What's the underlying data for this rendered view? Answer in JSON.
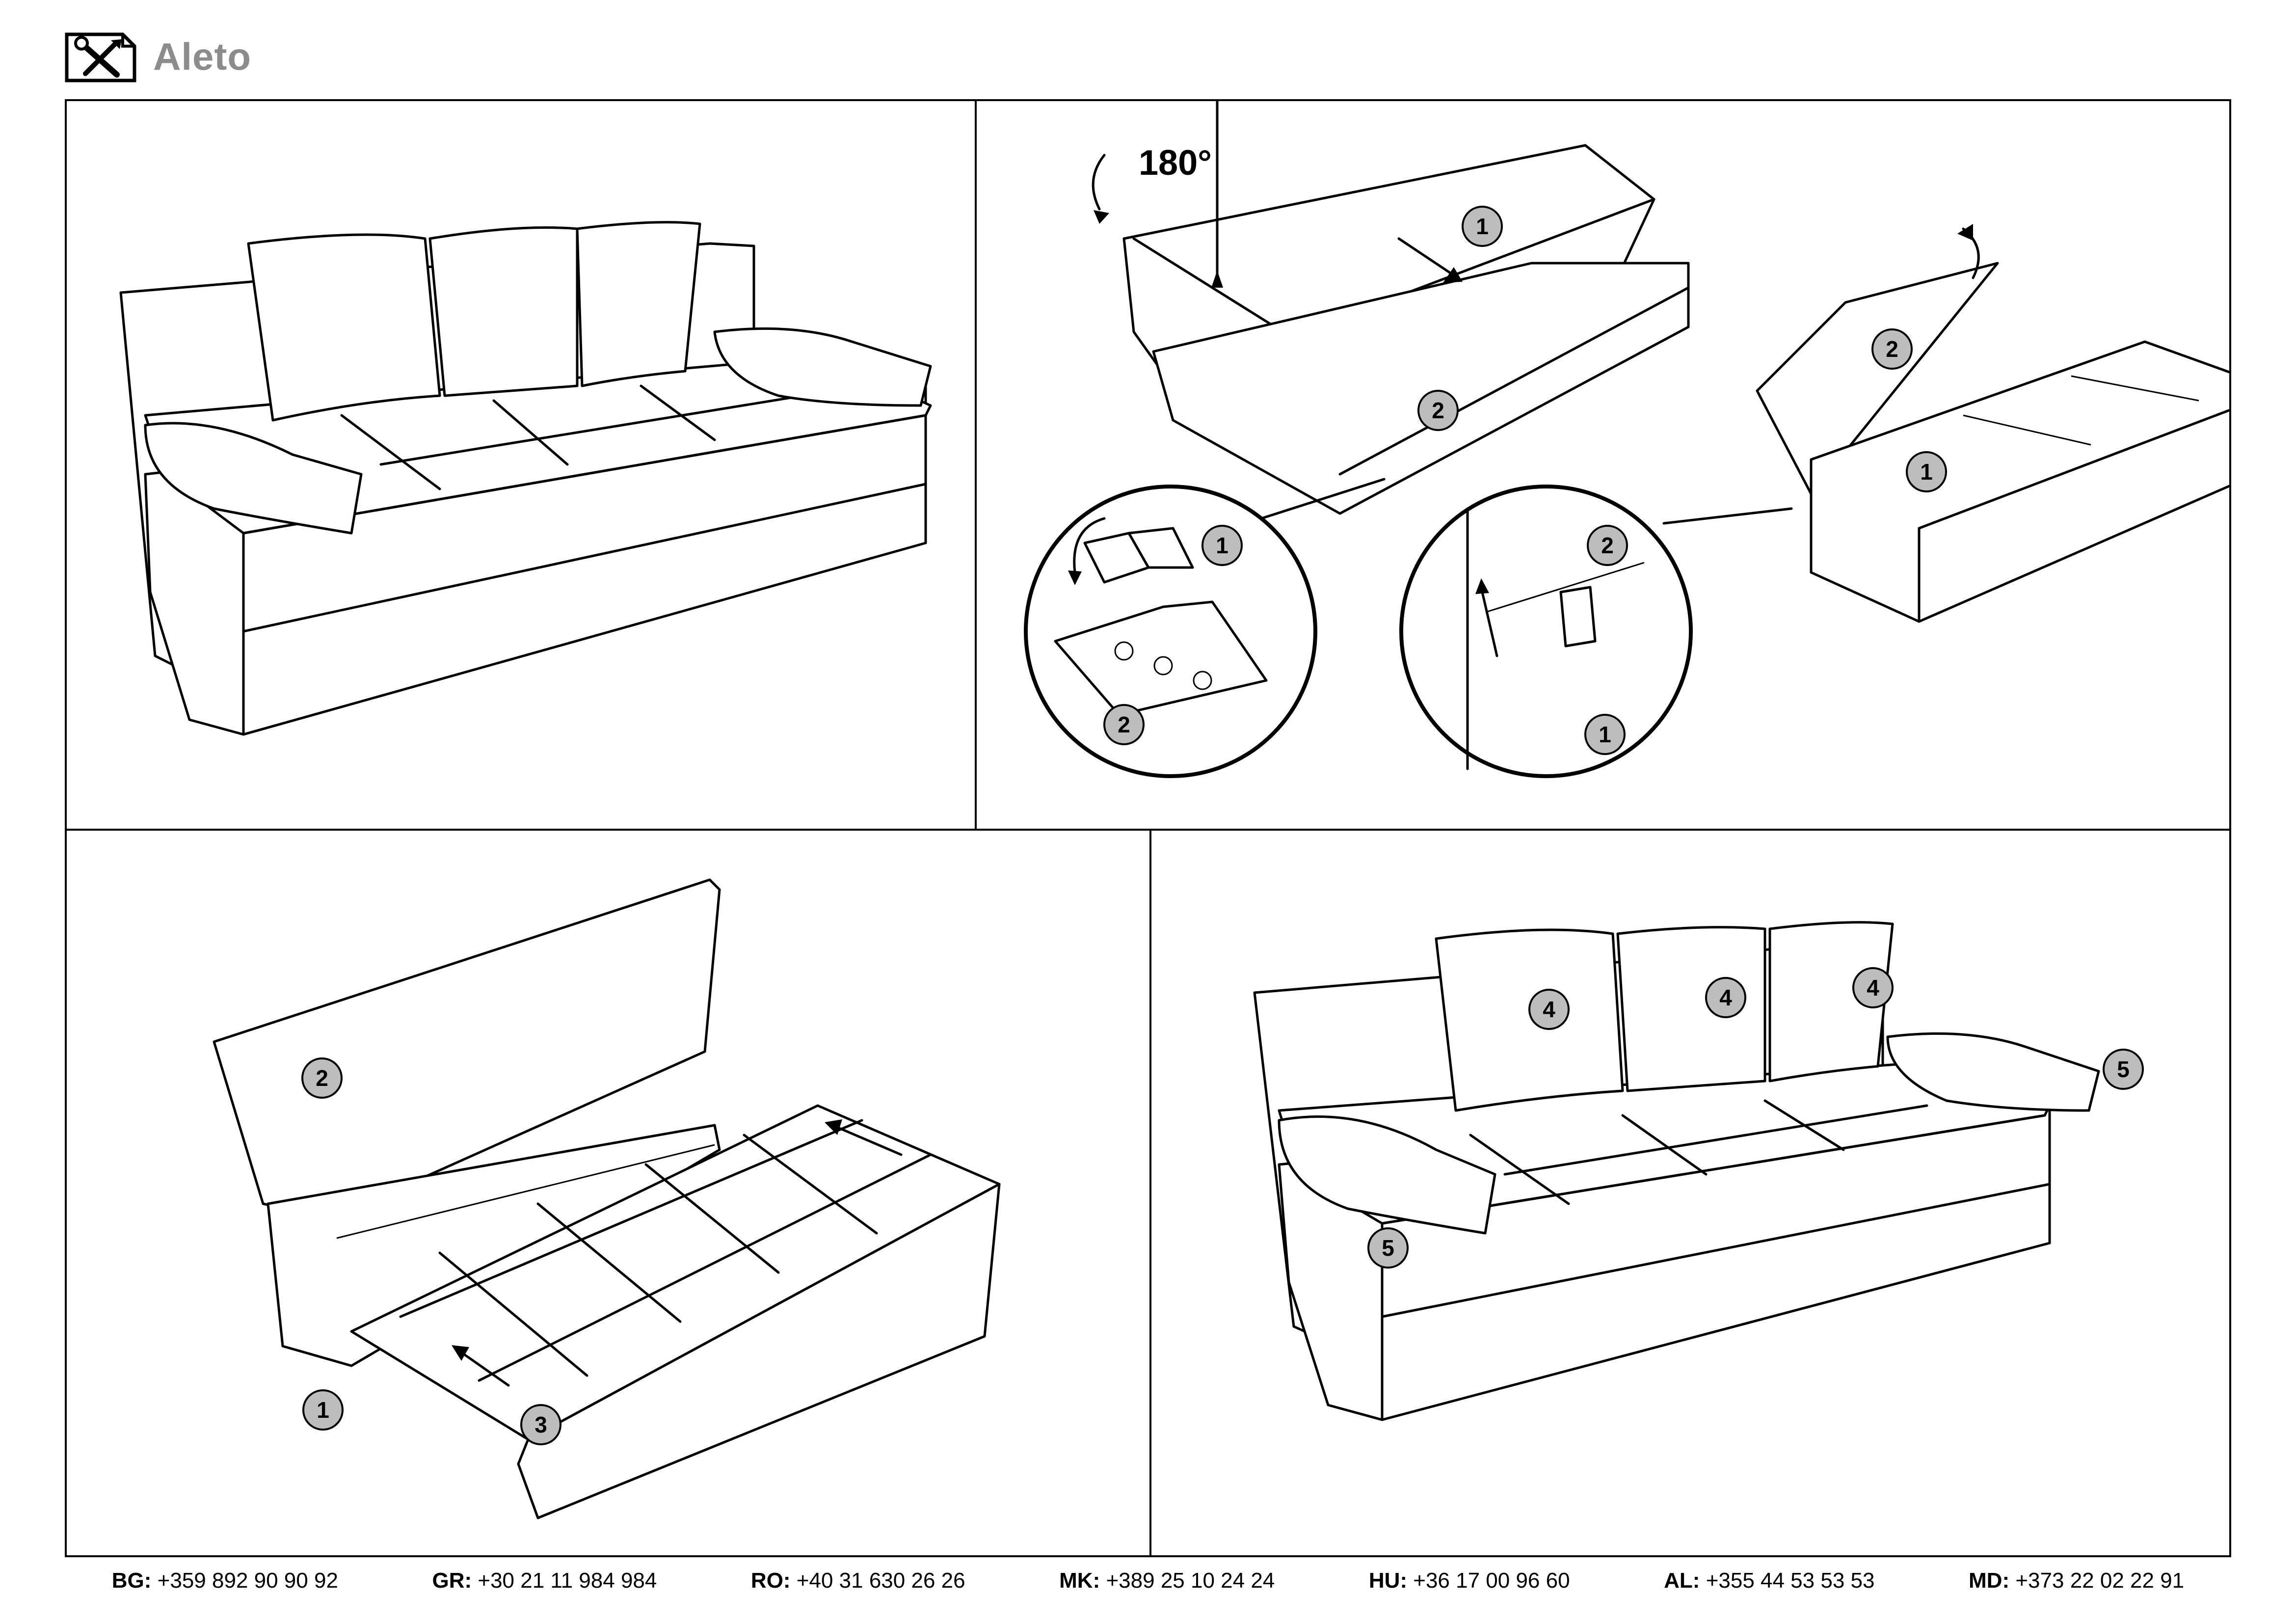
{
  "header": {
    "icon": "tools-icon",
    "title": "Aleto"
  },
  "panels": {
    "panel1": {
      "description_icon": "sofa-closed-illustration"
    },
    "panel2": {
      "rotation_label": "180°",
      "callouts": [
        "1",
        "2",
        "1",
        "2",
        "2",
        "1",
        "2",
        "1"
      ]
    },
    "panel3": {
      "callouts": [
        "2",
        "1",
        "3"
      ]
    },
    "panel4": {
      "callouts": [
        "4",
        "4",
        "4",
        "5",
        "5"
      ]
    }
  },
  "footer": {
    "contacts": [
      {
        "code": "BG:",
        "phone": "+359 892 90 90 92"
      },
      {
        "code": "GR:",
        "phone": "+30 21 11 984 984"
      },
      {
        "code": "RO:",
        "phone": "+40 31 630 26 26"
      },
      {
        "code": "MK:",
        "phone": "+389 25 10 24 24"
      },
      {
        "code": "HU:",
        "phone": "+36 17 00 96 60"
      },
      {
        "code": "AL:",
        "phone": "+355 44 53 53 53"
      },
      {
        "code": "MD:",
        "phone": "+373 22 02 22 91"
      }
    ]
  },
  "colors": {
    "title": "#8c8c8c",
    "callout_fill": "#bdbdbd",
    "line": "#000000"
  }
}
